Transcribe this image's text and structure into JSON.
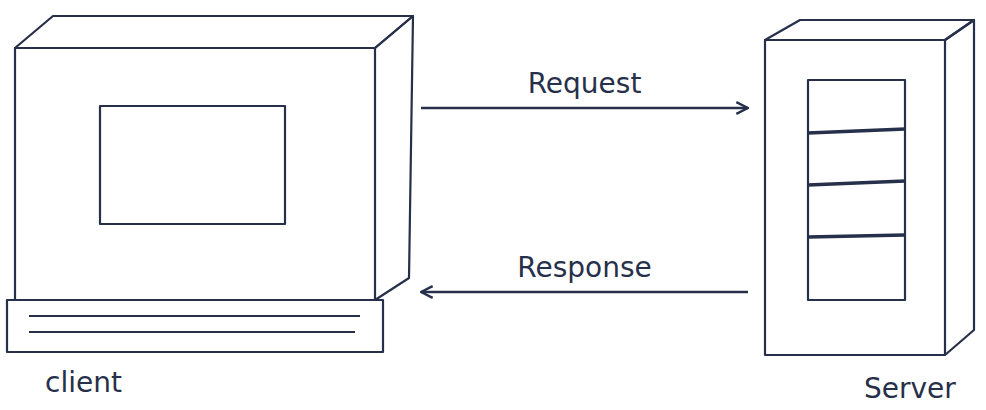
{
  "diagram": {
    "nodes": [
      {
        "text": [
          "client"
        ]
      },
      {
        "text": [
          "Server"
        ]
      }
    ],
    "edges": [
      {
        "from": 0,
        "to": 1,
        "label": "Request",
        "arrow": "to"
      },
      {
        "from": 1,
        "to": 0,
        "label": "Response",
        "arrow": "to"
      }
    ]
  }
}
